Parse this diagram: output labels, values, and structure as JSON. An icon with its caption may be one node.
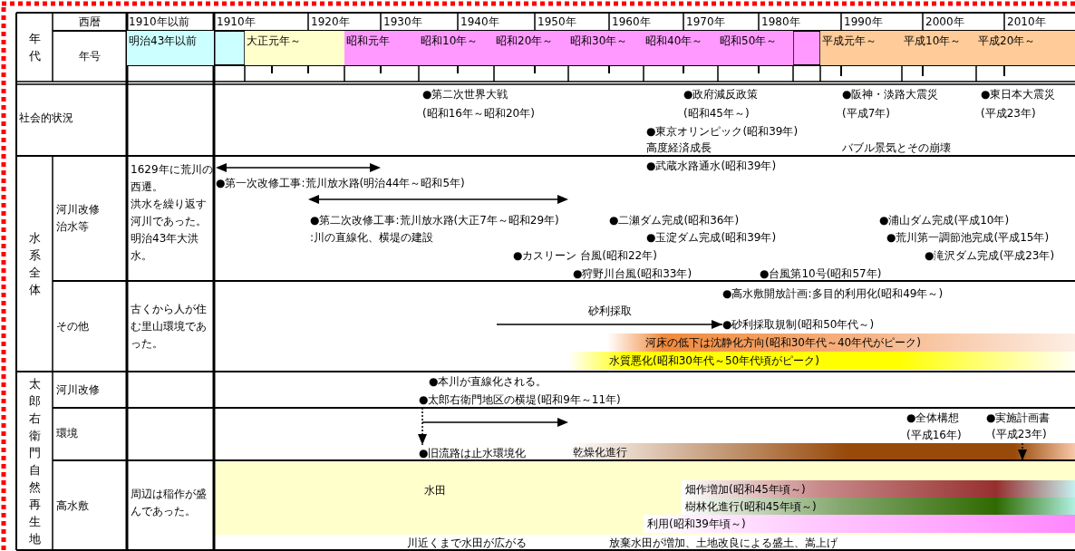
{
  "diagram": {
    "nodes": [
      {
        "text": [
          "●砂利採取規制(昭和50年代～)"
        ]
      },
      {
        "text": [
          "河床の低下は沈静化方向(昭和30年代～40年代がピーク)"
        ]
      },
      {
        "text": [
          "水質悪化(昭和30年代～50年代頃がピーク)"
        ]
      },
      {
        "text": [
          "●太郎右衛門地区の横堤(昭和9年～11年)"
        ]
      },
      {
        "text": [
          "●実施計画書",
          "(平成23年)"
        ]
      },
      {
        "text": [
          "乾燥化進行"
        ]
      },
      {
        "text": [
          "●旧流路は止水環境化"
        ]
      },
      {
        "text": [
          "水田"
        ]
      },
      {
        "text": [
          "畑作増加(昭和45年頃～)"
        ],
        "in": 7
      },
      {
        "text": [
          "樹林化進行(昭和45年頃～)"
        ],
        "in": 7
      },
      {
        "text": [
          "利用(昭和39年頃～)"
        ],
        "in": 7
      }
    ],
    "edges": [
      {
        "from": null,
        "to": 0,
        "arrow": "to",
        "label": "砂利採取"
      },
      {
        "from": 3,
        "to": 6,
        "arrow": "to",
        "style": "dashed"
      },
      {
        "from": 4,
        "to": 5,
        "arrow": "to",
        "style": "dashed"
      }
    ],
    "labels": [
      "年代",
      "西暦",
      "1910年以前",
      "1910年",
      "1920年",
      "1930年",
      "1940年",
      "1950年",
      "1960年",
      "1970年",
      "1980年",
      "1990年",
      "2000年",
      "2010年",
      "年号",
      "明治43年以前",
      "大正元年～",
      "昭和元年",
      "昭和10年～",
      "昭和20年～",
      "昭和30年～",
      "昭和40年～",
      "昭和50年～",
      "平成元年～",
      "平成10年～",
      "平成20年～",
      "社会的状況",
      "●第二次世界大戦",
      "●政府減反政策",
      "●阪神・淡路大震災",
      "●東日本大震災",
      "(昭和16年～昭和20年)",
      "(昭和45年～)",
      "(平成7年)",
      "(平成23年)",
      "●東京オリンピック(昭和39年)",
      "高度経済成長",
      "バブル景気とその崩壊",
      "水系全体",
      "河川改修治水等",
      "1629年に荒川の西遷。",
      "洪水を繰り返す河川であった。",
      "明治43年大洪水。",
      "●武蔵水路通水(昭和39年)",
      "●第一次改修工事:荒川放水路(明治44年～昭和5年)",
      "●第二次改修工事:荒川放水路(大正7年～昭和29年)",
      "●二瀬ダム完成(昭和36年)",
      "●浦山ダム完成(平成10年)",
      ":川の直線化、横堤の建設",
      "●玉淀ダム完成(昭和39年)",
      "●荒川第一調節池完成(平成15年)",
      "●カスリーン 台風(昭和22年)",
      "●滝沢ダム完成(平成23年)",
      "●狩野川台風(昭和33年)",
      "●台風第10号(昭和57年)",
      "●高水敷開放計画:多目的利用化(昭和49年～)",
      "その他",
      "古くから人が住む里山環境であった。",
      "太郎右衛門自然再生地",
      "河川改修",
      "●本川が直線化される。",
      "環境",
      "●全体構想",
      "(平成16年)",
      "高水敷",
      "周辺は稲作が盛んであった。",
      "川近くまで水田が広がる",
      "放棄水田が増加、土地改良による盛土、嵩上げ"
    ]
  }
}
